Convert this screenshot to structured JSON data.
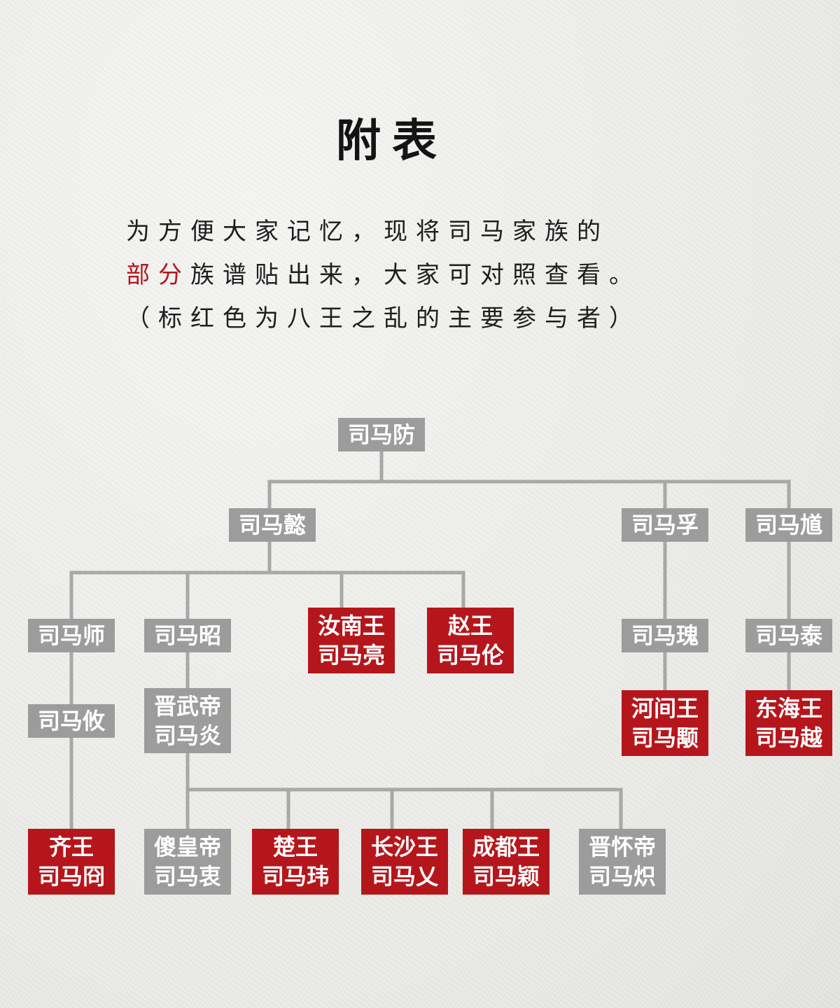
{
  "title": "附表",
  "intro": {
    "line1": "为方便大家记忆，现将司马家族的",
    "line2_highlight": "部分",
    "line2_rest": "族谱贴出来，大家可对照查看。",
    "line3": "（标红色为八王之乱的主要参与者）"
  },
  "colors": {
    "node_gray": "#9c9c9c",
    "node_red": "#b5161c",
    "connector": "#a8a8a8",
    "highlight_text": "#b3161b"
  },
  "tree": {
    "root": {
      "name": "司马防",
      "highlight": false
    },
    "sima_yi": {
      "name": "司马懿",
      "highlight": false
    },
    "sima_fu": {
      "name": "司马孚",
      "highlight": false
    },
    "sima_kui": {
      "name": "司马馗",
      "highlight": false
    },
    "sima_shi": {
      "name": "司马师",
      "highlight": false
    },
    "sima_zhao": {
      "name": "司马昭",
      "highlight": false
    },
    "sima_liang": {
      "title": "汝南王",
      "name": "司马亮",
      "highlight": true
    },
    "sima_lun": {
      "title": "赵王",
      "name": "司马伦",
      "highlight": true
    },
    "sima_gui": {
      "name": "司马瑰",
      "highlight": false
    },
    "sima_tai": {
      "name": "司马泰",
      "highlight": false
    },
    "sima_you": {
      "name": "司马攸",
      "highlight": false
    },
    "sima_yan": {
      "title": "晋武帝",
      "name": "司马炎",
      "highlight": false
    },
    "sima_yong": {
      "title": "河间王",
      "name": "司马颙",
      "highlight": true
    },
    "sima_yue": {
      "title": "东海王",
      "name": "司马越",
      "highlight": true
    },
    "sima_jiong": {
      "title": "齐王",
      "name": "司马冏",
      "highlight": true
    },
    "sima_zhong": {
      "title": "傻皇帝",
      "name": "司马衷",
      "highlight": false
    },
    "sima_wei": {
      "title": "楚王",
      "name": "司马玮",
      "highlight": true
    },
    "sima_ai": {
      "title": "长沙王",
      "name": "司马乂",
      "highlight": true
    },
    "sima_ying": {
      "title": "成都王",
      "name": "司马颖",
      "highlight": true
    },
    "sima_chi": {
      "title": "晋怀帝",
      "name": "司马炽",
      "highlight": false
    }
  }
}
